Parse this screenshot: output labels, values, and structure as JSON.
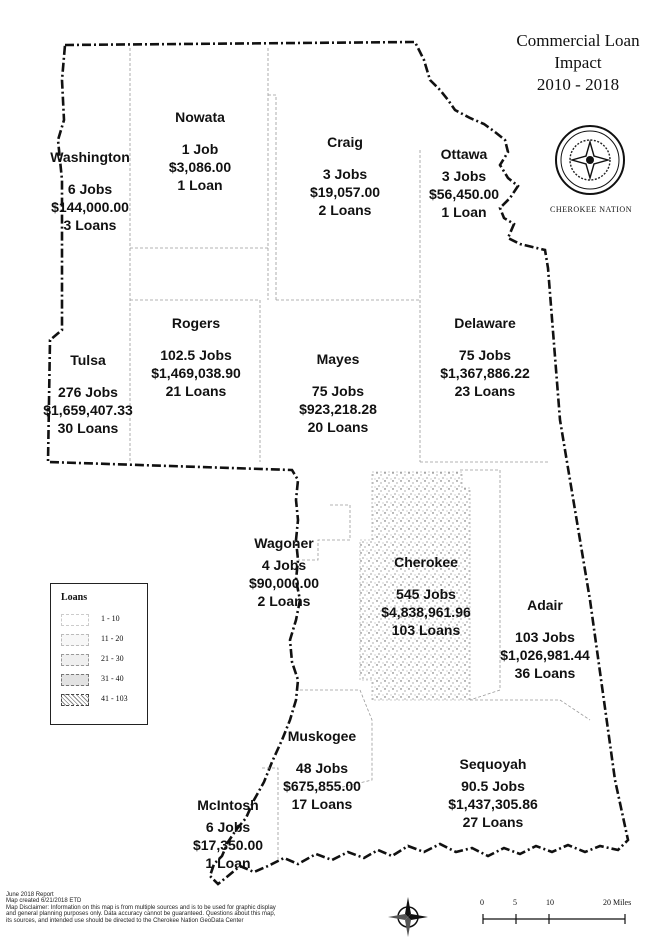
{
  "title": [
    "Commercial Loan",
    "Impact",
    "2010 - 2018"
  ],
  "brand": {
    "seal_icon": "cherokee-nation-seal-icon",
    "name": "CHEROKEE NATION"
  },
  "counties": {
    "washington": {
      "name": "Washington",
      "jobs": "6 Jobs",
      "amount": "$144,000.00",
      "loans": "3 Loans"
    },
    "nowata": {
      "name": "Nowata",
      "jobs": "1 Job",
      "amount": "$3,086.00",
      "loans": "1 Loan"
    },
    "craig": {
      "name": "Craig",
      "jobs": "3 Jobs",
      "amount": "$19,057.00",
      "loans": "2 Loans"
    },
    "ottawa": {
      "name": "Ottawa",
      "jobs": "3 Jobs",
      "amount": "$56,450.00",
      "loans": "1 Loan"
    },
    "rogers": {
      "name": "Rogers",
      "jobs": "102.5 Jobs",
      "amount": "$1,469,038.90",
      "loans": "21 Loans"
    },
    "tulsa": {
      "name": "Tulsa",
      "jobs": "276 Jobs",
      "amount": "$1,659,407.33",
      "loans": "30 Loans"
    },
    "mayes": {
      "name": "Mayes",
      "jobs": "75 Jobs",
      "amount": "$923,218.28",
      "loans": "20 Loans"
    },
    "delaware": {
      "name": "Delaware",
      "jobs": "75 Jobs",
      "amount": "$1,367,886.22",
      "loans": "23 Loans"
    },
    "wagoner": {
      "name": "Wagoner",
      "jobs": "4 Jobs",
      "amount": "$90,000.00",
      "loans": "2 Loans"
    },
    "cherokee": {
      "name": "Cherokee",
      "jobs": "545 Jobs",
      "amount": "$4,838,961.96",
      "loans": "103 Loans"
    },
    "adair": {
      "name": "Adair",
      "jobs": "103 Jobs",
      "amount": "$1,026,981.44",
      "loans": "36 Loans"
    },
    "muskogee": {
      "name": "Muskogee",
      "jobs": "48 Jobs",
      "amount": "$675,855.00",
      "loans": "17 Loans"
    },
    "sequoyah": {
      "name": "Sequoyah",
      "jobs": "90.5 Jobs",
      "amount": "$1,437,305.86",
      "loans": "27 Loans"
    },
    "mcintosh": {
      "name": "McIntosh",
      "jobs": "6 Jobs",
      "amount": "$17,350.00",
      "loans": "1 Loan"
    }
  },
  "legend": {
    "title": "Loans",
    "ranges": [
      "1 - 10",
      "11 - 20",
      "21 - 30",
      "31 - 40",
      "41 - 103"
    ]
  },
  "report": {
    "line1": "June 2018 Report",
    "line2": "Map created 6/21/2018 ETD",
    "disclaimer": "Map Disclaimer: Information on this map is from multiple sources and is to be used for graphic display and general planning purposes only. Data accuracy cannot be guaranteed. Questions about this map, its sources, and intended use should be directed to the Cherokee Nation GeoData Center"
  },
  "compass_icon": "compass-rose-icon",
  "scale": {
    "ticks": [
      "0",
      "5",
      "10",
      "20 Miles"
    ]
  }
}
